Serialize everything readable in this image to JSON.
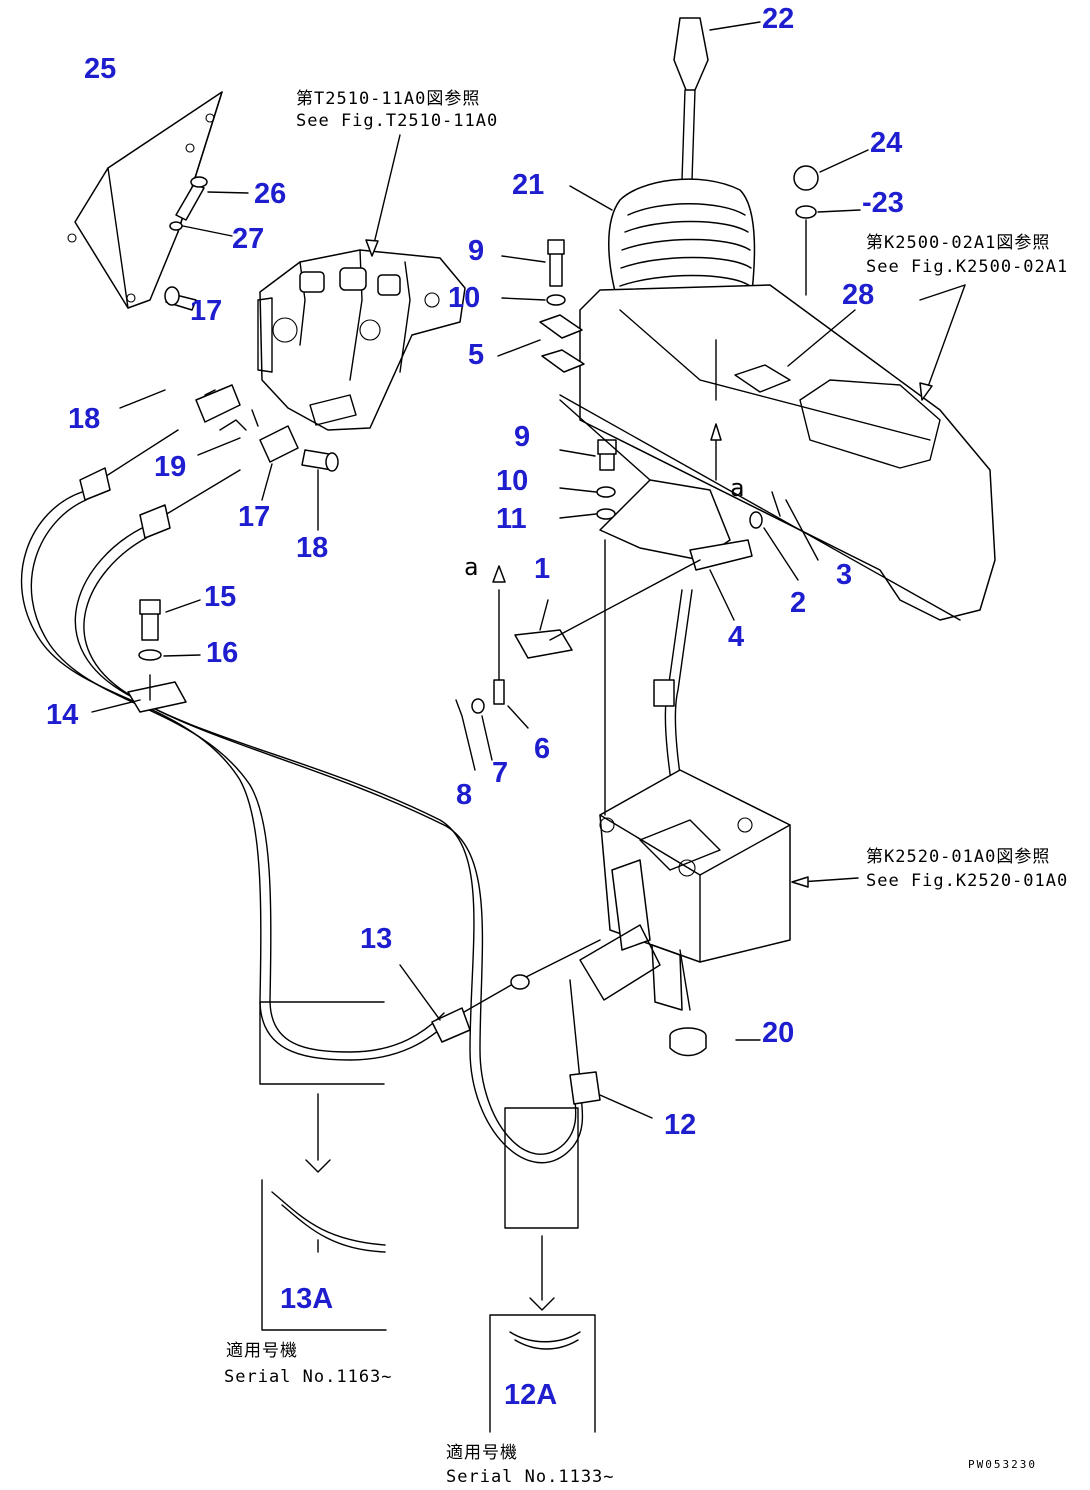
{
  "callouts": [
    {
      "id": "n22",
      "label": "22"
    },
    {
      "id": "n25",
      "label": "25"
    },
    {
      "id": "n24",
      "label": "24"
    },
    {
      "id": "n21",
      "label": "21"
    },
    {
      "id": "n23",
      "label": "-23"
    },
    {
      "id": "n26",
      "label": "26"
    },
    {
      "id": "n27",
      "label": "27"
    },
    {
      "id": "n9a",
      "label": "9"
    },
    {
      "id": "n28",
      "label": "28"
    },
    {
      "id": "n10a",
      "label": "10"
    },
    {
      "id": "n17a",
      "label": "17"
    },
    {
      "id": "n5",
      "label": "5"
    },
    {
      "id": "n18a",
      "label": "18"
    },
    {
      "id": "n9b",
      "label": "9"
    },
    {
      "id": "n19",
      "label": "19"
    },
    {
      "id": "n10b",
      "label": "10"
    },
    {
      "id": "n11",
      "label": "11"
    },
    {
      "id": "n17b",
      "label": "17"
    },
    {
      "id": "n18b",
      "label": "18"
    },
    {
      "id": "n3",
      "label": "3"
    },
    {
      "id": "n1",
      "label": "1"
    },
    {
      "id": "n15",
      "label": "15"
    },
    {
      "id": "n2",
      "label": "2"
    },
    {
      "id": "n4",
      "label": "4"
    },
    {
      "id": "n16",
      "label": "16"
    },
    {
      "id": "n14",
      "label": "14"
    },
    {
      "id": "n6",
      "label": "6"
    },
    {
      "id": "n7",
      "label": "7"
    },
    {
      "id": "n8",
      "label": "8"
    },
    {
      "id": "n13",
      "label": "13"
    },
    {
      "id": "n20",
      "label": "20"
    },
    {
      "id": "n12",
      "label": "12"
    },
    {
      "id": "n13A",
      "label": "13A"
    },
    {
      "id": "n12A",
      "label": "12A"
    }
  ],
  "notes": {
    "ref_t2510_jp": "第T2510-11A0図参照",
    "ref_t2510_en": "See Fig.T2510-11A0",
    "ref_k2500_jp": "第K2500-02A1図参照",
    "ref_k2500_en": "See Fig.K2500-02A1",
    "ref_k2520_jp": "第K2520-01A0図参照",
    "ref_k2520_en": "See Fig.K2520-01A0",
    "serial_13a_jp": "適用号機",
    "serial_13a_en": "Serial No.1163~",
    "serial_12a_jp": "適用号機",
    "serial_12a_en": "Serial No.1133~",
    "mark_a": "a",
    "drawing_code": "PW053230"
  }
}
